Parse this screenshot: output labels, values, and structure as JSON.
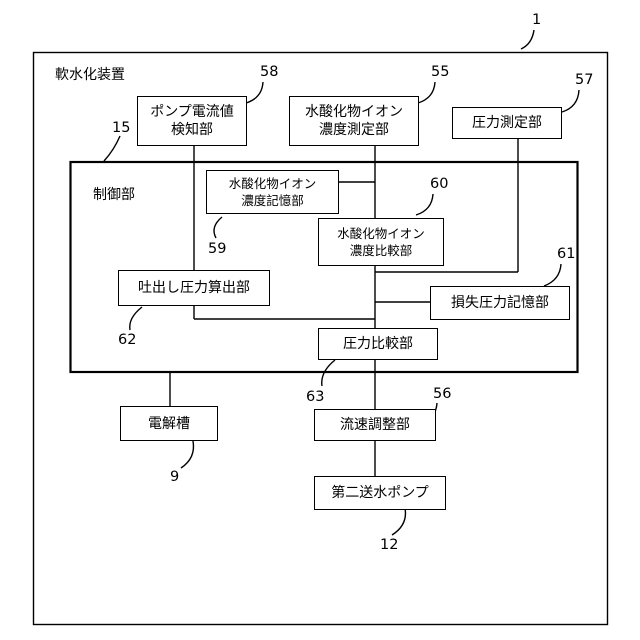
{
  "title_label": "軟水化装置",
  "control_label": "制御部",
  "boxes": {
    "pump_current": "ポンプ電流値\n検知部",
    "hydroxide_measure": "水酸化物イオン\n濃度測定部",
    "pressure_measure": "圧力測定部",
    "hydroxide_memory": "水酸化物イオン\n濃度記憶部",
    "hydroxide_compare": "水酸化物イオン\n濃度比較部",
    "discharge_calc": "吐出し圧力算出部",
    "loss_memory": "損失圧力記憶部",
    "pressure_compare": "圧力比較部",
    "electrolyzer": "電解槽",
    "flow_adjust": "流速調整部",
    "second_pump": "第二送水ポンプ"
  },
  "refs": {
    "device": "1",
    "control": "15",
    "pump_current": "58",
    "hydroxide_measure": "55",
    "pressure_measure": "57",
    "hydroxide_memory": "59",
    "hydroxide_compare": "60",
    "loss_memory": "61",
    "discharge_calc": "62",
    "pressure_compare": "63",
    "flow_adjust": "56",
    "electrolyzer": "9",
    "second_pump": "12"
  }
}
